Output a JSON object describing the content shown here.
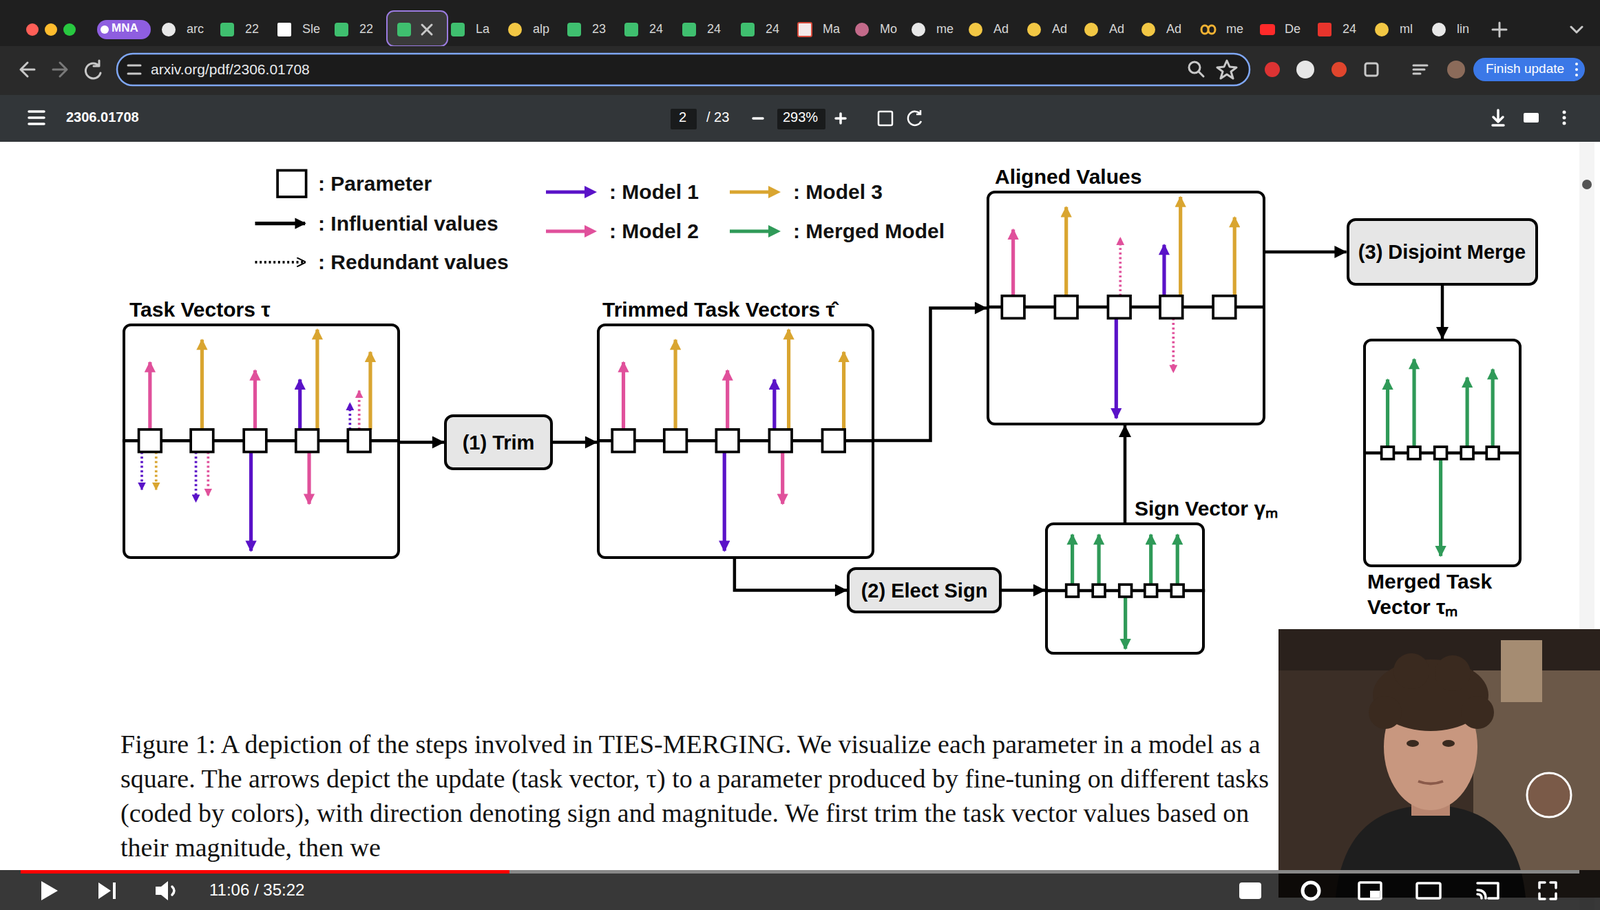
{
  "diagram": {
    "caption": "Figure 1: A depiction of the steps involved in TIES-MERGING. We visualize each parameter in a model as a square. The arrows depict the update (task vector, τ) to a parameter produced by fine-tuning on different tasks (coded by colors), with direction denoting sign and magnitude. We first trim the task vector values based on their magnitude, then we",
    "nodes": [
      {
        "text": [
          "Task Vectors τ"
        ]
      },
      {
        "text": [
          "(1) Trim"
        ]
      },
      {
        "text": [
          "Trimmed Task Vectors τ̂"
        ]
      },
      {
        "text": [
          "Aligned Values"
        ]
      },
      {
        "text": [
          "(3) Disjoint Merge"
        ]
      },
      {
        "text": [
          "Merged Task Vector τₘ"
        ]
      },
      {
        "text": [
          "(2) Elect Sign"
        ]
      },
      {
        "text": [
          "Sign Vector γₘ"
        ]
      }
    ],
    "edges": [
      {
        "from": 0,
        "to": 1,
        "arrow": "to"
      },
      {
        "from": 1,
        "to": 2,
        "arrow": "to"
      },
      {
        "from": 2,
        "to": 3,
        "arrow": "to"
      },
      {
        "from": 2,
        "to": 6,
        "arrow": "to"
      },
      {
        "from": 6,
        "to": 7,
        "arrow": "to"
      },
      {
        "from": 7,
        "to": 3,
        "arrow": "to"
      },
      {
        "from": 3,
        "to": 4,
        "arrow": "to"
      },
      {
        "from": 4,
        "to": 5,
        "arrow": "to"
      }
    ],
    "labels": [
      "MNA",
      "arc",
      "22",
      "Sle",
      "22",
      "La",
      "alp",
      "23",
      "24",
      "24",
      "24",
      "Ma",
      "Mo",
      "me",
      "Ad",
      "Ad",
      "Ad",
      "Ad",
      "me",
      "De",
      "24",
      "ml",
      "lin",
      "arxiv.org/pdf/2306.01708",
      "Finish update",
      "2306.01708",
      "2",
      "/ 23",
      "293%",
      "11:06 / 35:22"
    ],
    "legend": [
      {
        "text": ": Parameter"
      },
      {
        "text": ": Influential values"
      },
      {
        "text": ": Redundant values"
      },
      {
        "text": ": Model 1",
        "color": "#5a12c8"
      },
      {
        "text": ": Model 2",
        "color": "#e0509b"
      },
      {
        "text": ": Model 3",
        "color": "#d9a530"
      },
      {
        "text": ": Merged Model",
        "color": "#2f9a58"
      }
    ]
  }
}
